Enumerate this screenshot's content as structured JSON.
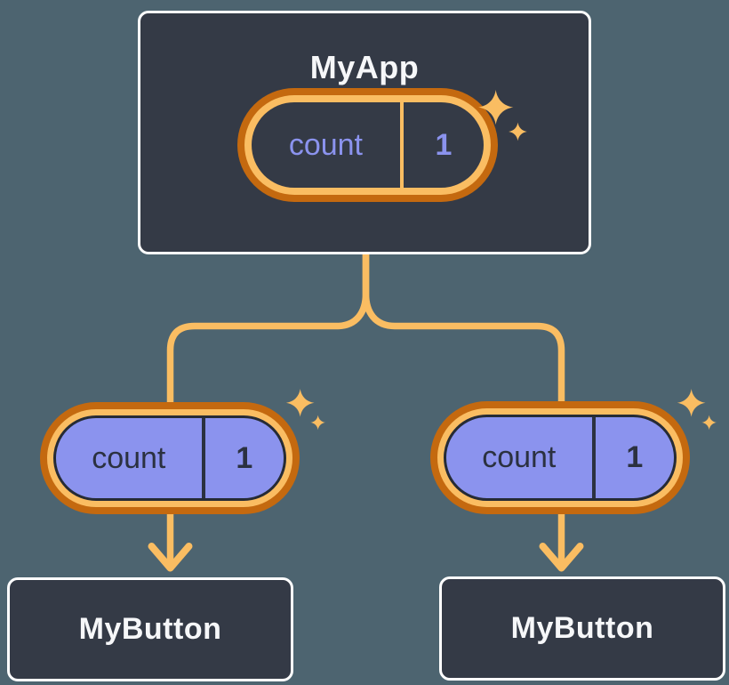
{
  "page": {
    "background_color": "#4d6470"
  },
  "palette": {
    "card_background": "#343a46",
    "card_border": "#ffffff",
    "connector_orange": "#fabd62",
    "pill_ring_dark_orange": "#c4690f",
    "pill_ring_light_orange": "#fabd62",
    "prop_pill_fill_purple": "#8b93ee",
    "state_text_purple": "#8b93ee",
    "prop_text_dark": "#2b3140",
    "title_text": "#f6f7f9"
  },
  "diagram": {
    "root": {
      "label": "MyApp",
      "state": {
        "name": "count",
        "value": "1"
      }
    },
    "children": [
      {
        "label": "MyButton",
        "prop": {
          "name": "count",
          "value": "1"
        }
      },
      {
        "label": "MyButton",
        "prop": {
          "name": "count",
          "value": "1"
        }
      }
    ]
  }
}
